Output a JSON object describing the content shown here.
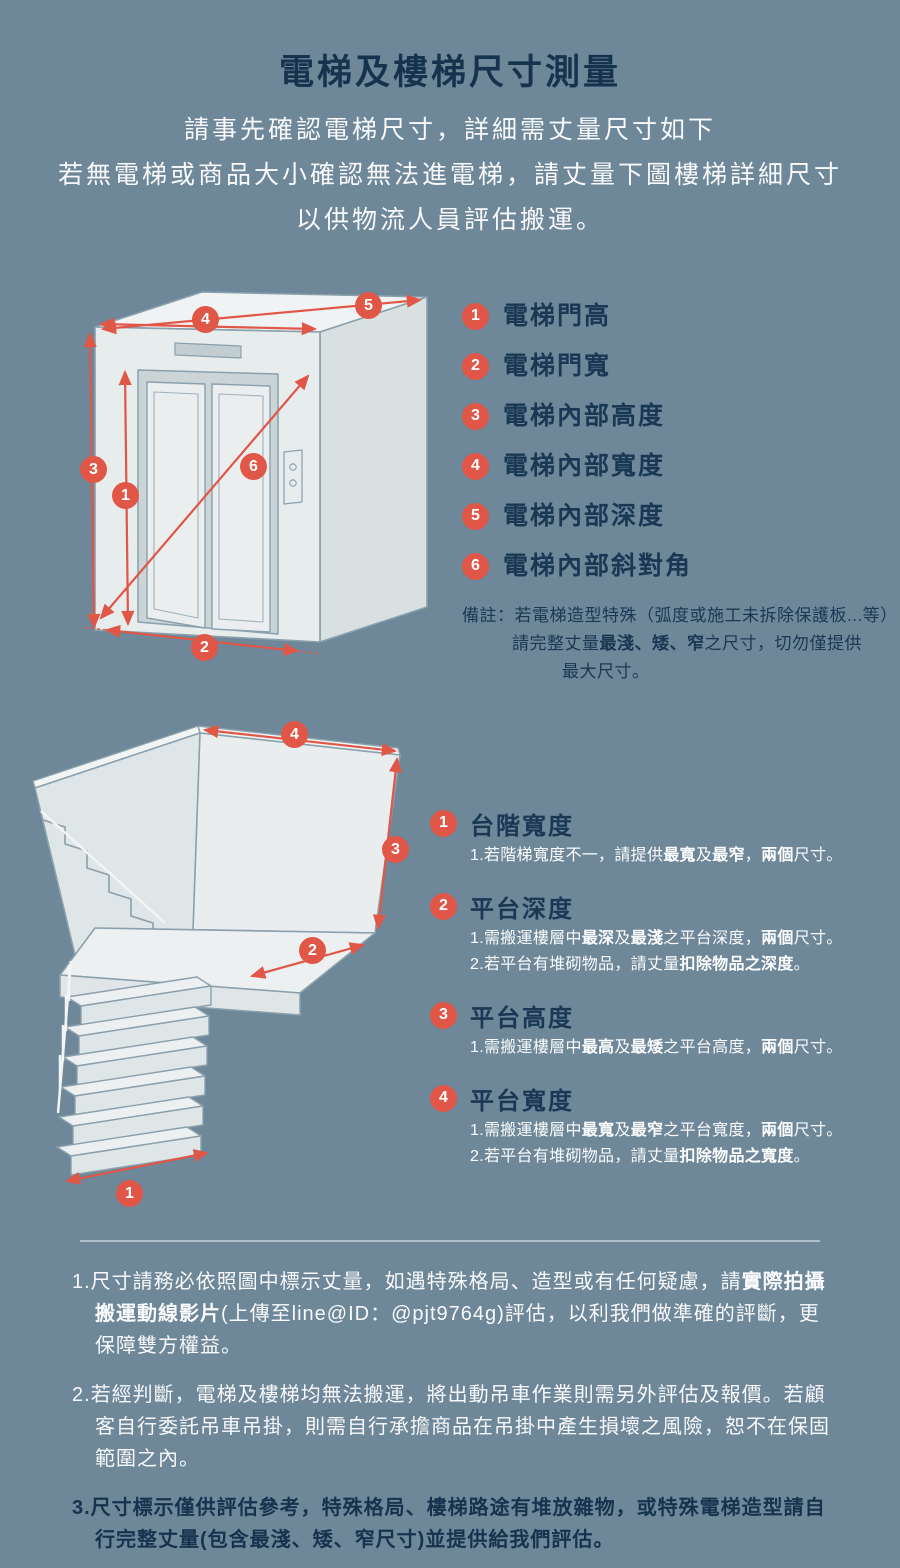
{
  "page": {
    "title": "電梯及樓梯尺寸測量",
    "intro_lines": [
      "請事先確認電梯尺寸，詳細需丈量尺寸如下",
      "若無電梯或商品大小確認無法進電梯，請丈量下圖樓梯詳細尺寸",
      "以供物流人員評估搬運。"
    ]
  },
  "colors": {
    "background": "#6E8799",
    "ink": "#16334E",
    "accent": "#E05647",
    "text_light": "#F8FAFB",
    "illustration_fill": "#E7ECEC",
    "illustration_line": "#8AA0AC",
    "divider": "#AEC0CA"
  },
  "elevator": {
    "figure_badges": [
      "1",
      "2",
      "3",
      "4",
      "5",
      "6"
    ],
    "legend": [
      {
        "num": "1",
        "label": "電梯門高"
      },
      {
        "num": "2",
        "label": "電梯門寬"
      },
      {
        "num": "3",
        "label": "電梯內部高度"
      },
      {
        "num": "4",
        "label": "電梯內部寬度"
      },
      {
        "num": "5",
        "label": "電梯內部深度"
      },
      {
        "num": "6",
        "label": "電梯內部斜對角"
      }
    ],
    "note": {
      "line1": [
        {
          "t": "備註：若電梯造型特殊（弧度或施工未拆除保護板...等）"
        }
      ],
      "line2": [
        {
          "t": "請完整丈量"
        },
        {
          "t": "最淺、矮、窄",
          "b": true
        },
        {
          "t": "之尺寸，切勿僅提供"
        }
      ],
      "line3": [
        {
          "t": "最大尺寸。"
        }
      ]
    }
  },
  "stairs": {
    "figure_badges": [
      "1",
      "2",
      "3",
      "4"
    ],
    "legend": [
      {
        "num": "1",
        "title": "台階寬度",
        "notes": [
          [
            {
              "t": "1.若階梯寬度不一，請提供"
            },
            {
              "t": "最寬",
              "b": true
            },
            {
              "t": "及"
            },
            {
              "t": "最窄",
              "b": true
            },
            {
              "t": "，"
            },
            {
              "t": "兩個",
              "b": true
            },
            {
              "t": "尺寸。"
            }
          ]
        ]
      },
      {
        "num": "2",
        "title": "平台深度",
        "notes": [
          [
            {
              "t": "1.需搬運樓層中"
            },
            {
              "t": "最深",
              "b": true
            },
            {
              "t": "及"
            },
            {
              "t": "最淺",
              "b": true
            },
            {
              "t": "之平台深度，"
            },
            {
              "t": "兩個",
              "b": true
            },
            {
              "t": "尺寸。"
            }
          ],
          [
            {
              "t": "2.若平台有堆砌物品，請丈量"
            },
            {
              "t": "扣除物品之深度",
              "b": true
            },
            {
              "t": "。"
            }
          ]
        ]
      },
      {
        "num": "3",
        "title": "平台高度",
        "notes": [
          [
            {
              "t": "1.需搬運樓層中"
            },
            {
              "t": "最高",
              "b": true
            },
            {
              "t": "及"
            },
            {
              "t": "最矮",
              "b": true
            },
            {
              "t": "之平台高度，"
            },
            {
              "t": "兩個",
              "b": true
            },
            {
              "t": "尺寸。"
            }
          ]
        ]
      },
      {
        "num": "4",
        "title": "平台寬度",
        "notes": [
          [
            {
              "t": "1.需搬運樓層中"
            },
            {
              "t": "最寬",
              "b": true
            },
            {
              "t": "及"
            },
            {
              "t": "最窄",
              "b": true
            },
            {
              "t": "之平台寬度，"
            },
            {
              "t": "兩個",
              "b": true
            },
            {
              "t": "尺寸。"
            }
          ],
          [
            {
              "t": "2.若平台有堆砌物品，請丈量"
            },
            {
              "t": "扣除物品之寬度",
              "b": true
            },
            {
              "t": "。"
            }
          ]
        ]
      }
    ]
  },
  "footer": {
    "items": [
      {
        "style": "light",
        "segments": [
          {
            "t": "1.尺寸請務必依照圖中標示丈量，如遇特殊格局、造型或有任何疑慮，請"
          },
          {
            "t": "實際拍攝搬運動線影片",
            "b": true
          },
          {
            "t": "(上傳至line@ID：@pjt9764g)評估，以利我們做準確的評斷，更保障雙方權益。"
          }
        ]
      },
      {
        "style": "light",
        "segments": [
          {
            "t": "2.若經判斷，電梯及樓梯均無法搬運，將出動吊車作業則需另外評估及報價。若顧客自行委託吊車吊掛，則需自行承擔商品在吊掛中產生損壞之風險，恕不在保固範圍之內。"
          }
        ]
      },
      {
        "style": "dark",
        "segments": [
          {
            "t": "3.尺寸標示僅供評估參考，特殊格局、樓梯路途有堆放雜物，或特殊電梯造型請自行完整丈量(包含最淺、矮、窄尺寸)並提供給我們評估。",
            "b": true
          }
        ]
      }
    ]
  }
}
